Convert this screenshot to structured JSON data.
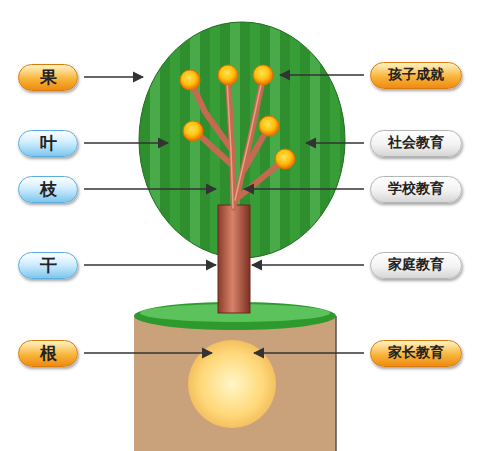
{
  "diagram": {
    "nodes": [
      {
        "text": [
          "果"
        ]
      },
      {
        "text": [
          "孩子成就"
        ]
      },
      {
        "text": [
          "叶"
        ]
      },
      {
        "text": [
          "社会教育"
        ]
      },
      {
        "text": [
          "枝"
        ]
      },
      {
        "text": [
          "学校教育"
        ]
      },
      {
        "text": [
          "干"
        ]
      },
      {
        "text": [
          "家庭教育"
        ]
      },
      {
        "text": [
          "根"
        ]
      },
      {
        "text": [
          "家长教育"
        ]
      }
    ]
  }
}
